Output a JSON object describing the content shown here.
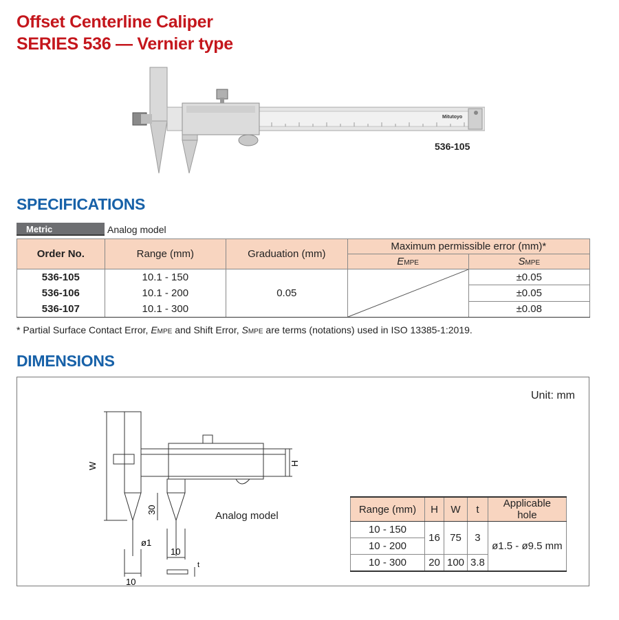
{
  "header": {
    "title_line1": "Offset Centerline Caliper",
    "title_line2": "SERIES 536 — Vernier type"
  },
  "product": {
    "image_label": "536-105",
    "scale_brand": "Mitutoyo"
  },
  "specifications": {
    "heading": "SPECIFICATIONS",
    "unit_badge": "Metric",
    "model": "Analog model",
    "columns": {
      "order_no": "Order No.",
      "range": "Range (mm)",
      "graduation": "Graduation (mm)",
      "mpe": "Maximum permissible error (mm)*",
      "empe_main": "E",
      "empe_sub": "MPE",
      "smpe_main": "S",
      "smpe_sub": "MPE"
    },
    "rows": [
      {
        "order_no": "536-105",
        "range": "10.1 - 150",
        "smpe": "±0.05"
      },
      {
        "order_no": "536-106",
        "range": "10.1 - 200",
        "smpe": "±0.05"
      },
      {
        "order_no": "536-107",
        "range": "10.1 - 300",
        "smpe": "±0.08"
      }
    ],
    "graduation_value": "0.05",
    "footnote_part1": "* Partial Surface Contact Error, ",
    "footnote_e": "E",
    "footnote_e_sub": "MPE",
    "footnote_part2": " and Shift Error, ",
    "footnote_s": "S",
    "footnote_s_sub": "MPE",
    "footnote_part3": " are terms (notations) used in ISO 13385-1:2019."
  },
  "dimensions": {
    "heading": "DIMENSIONS",
    "unit": "Unit: mm",
    "drawing_label": "Analog model",
    "labels": {
      "w": "W",
      "h": "H",
      "thirty": "30",
      "phi1": "ø1",
      "ten_a": "10",
      "ten_b": "10",
      "t": "t"
    },
    "table": {
      "headers": [
        "Range (mm)",
        "H",
        "W",
        "t",
        "Applicable hole"
      ],
      "rows": [
        {
          "range": "10 - 150"
        },
        {
          "range": "10 - 200"
        },
        {
          "range": "10 - 300",
          "h": "20",
          "w": "100",
          "t": "3.8"
        }
      ],
      "group_h": "16",
      "group_w": "75",
      "group_t": "3",
      "hole": "ø1.5 - ø9.5 mm"
    }
  },
  "colors": {
    "title_red": "#c4161c",
    "section_blue": "#1761a8",
    "table_header": "#f8d5c0",
    "badge_gray": "#6d6e71"
  }
}
